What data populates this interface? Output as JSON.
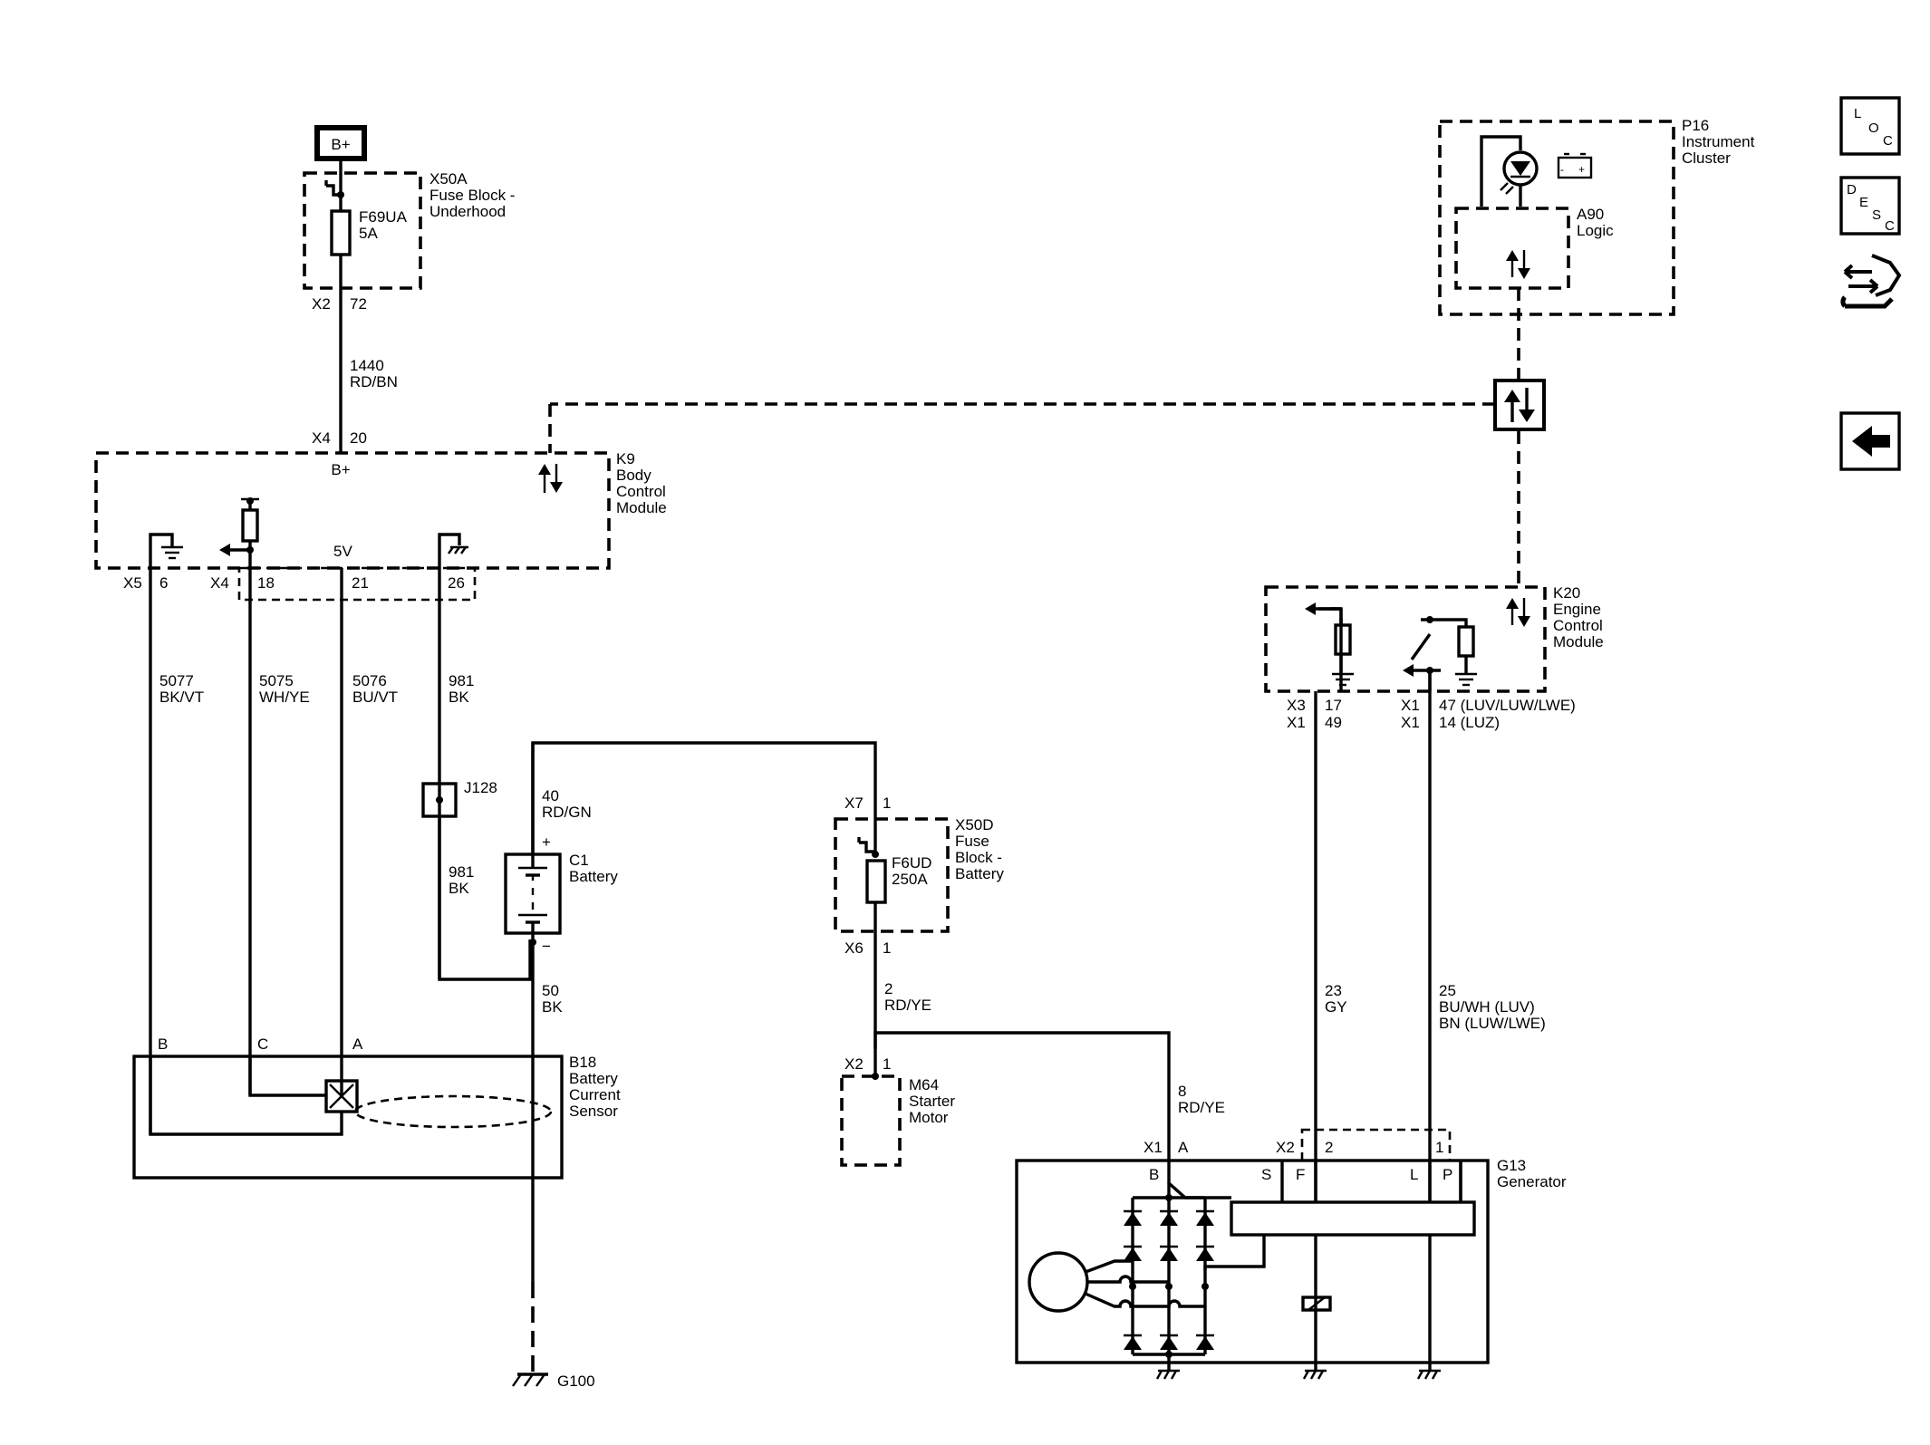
{
  "power": {
    "bplus_label": "B+"
  },
  "x50a": {
    "name": "X50A",
    "desc1": "Fuse Block -",
    "desc2": "Underhood",
    "fuse_name": "F69UA",
    "fuse_rating": "5A",
    "conn": "X2",
    "pin": "72"
  },
  "wire_1440": {
    "circuit": "1440",
    "color": "RD/BN"
  },
  "k9": {
    "name": "K9",
    "desc1": "Body",
    "desc2": "Control",
    "desc3": "Module",
    "conn_top": "X4",
    "pin_top": "20",
    "bplus": "B+",
    "v5": "5V",
    "conn_x5": "X5",
    "pin_6": "6",
    "conn_x4": "X4",
    "pin_18": "18",
    "pin_21": "21",
    "pin_26": "26"
  },
  "wires_left": [
    {
      "circuit": "5077",
      "color": "BK/VT"
    },
    {
      "circuit": "5075",
      "color": "WH/YE"
    },
    {
      "circuit": "5076",
      "color": "BU/VT"
    },
    {
      "circuit": "981",
      "color": "BK"
    }
  ],
  "j128": {
    "name": "J128"
  },
  "wire_981b": {
    "circuit": "981",
    "color": "BK"
  },
  "c1": {
    "name": "C1",
    "desc": "Battery",
    "plus": "+",
    "minus": "−"
  },
  "wire_40": {
    "circuit": "40",
    "color": "RD/GN"
  },
  "wire_50": {
    "circuit": "50",
    "color": "BK"
  },
  "b18": {
    "name": "B18",
    "desc1": "Battery",
    "desc2": "Current",
    "desc3": "Sensor",
    "pin_b": "B",
    "pin_c": "C",
    "pin_a": "A"
  },
  "g100": {
    "name": "G100"
  },
  "x50d": {
    "name": "X50D",
    "desc1": "Fuse",
    "desc2": "Block -",
    "desc3": "Battery",
    "fuse_name": "F6UD",
    "fuse_rating": "250A",
    "conn_top": "X7",
    "pin_top": "1",
    "conn_bot": "X6",
    "pin_bot": "1"
  },
  "wire_2": {
    "circuit": "2",
    "color": "RD/YE"
  },
  "m64": {
    "name": "M64",
    "desc1": "Starter",
    "desc2": "Motor",
    "conn": "X2",
    "pin": "1"
  },
  "wire_8": {
    "circuit": "8",
    "color": "RD/YE"
  },
  "p16": {
    "name": "P16",
    "desc1": "Instrument",
    "desc2": "Cluster"
  },
  "a90": {
    "name": "A90",
    "desc": "Logic"
  },
  "k20": {
    "name": "K20",
    "desc1": "Engine",
    "desc2": "Control",
    "desc3": "Module",
    "conn_a1": "X3",
    "pin_a1": "17",
    "conn_a2": "X1",
    "pin_a2": "49",
    "conn_b1": "X1",
    "pin_b1": "47 (LUV/LUW/LWE)",
    "conn_b2": "X1",
    "pin_b2": "14 (LUZ)"
  },
  "wire_23": {
    "circuit": "23",
    "color": "GY"
  },
  "wire_25": {
    "circuit": "25",
    "color1": "BU/WH (LUV)",
    "color2": "BN (LUW/LWE)"
  },
  "g13": {
    "name": "G13",
    "desc": "Generator",
    "conn_x1": "X1",
    "pin_a": "A",
    "conn_x2": "X2",
    "pin_2": "2",
    "pin_1": "1",
    "term_b": "B",
    "term_s": "S",
    "term_f": "F",
    "term_l": "L",
    "term_p": "P"
  },
  "sidebar": {
    "loc_l": "L",
    "loc_o": "O",
    "loc_c": "C",
    "desc_d": "D",
    "desc_e": "E",
    "desc_s": "S",
    "desc_c": "C"
  }
}
